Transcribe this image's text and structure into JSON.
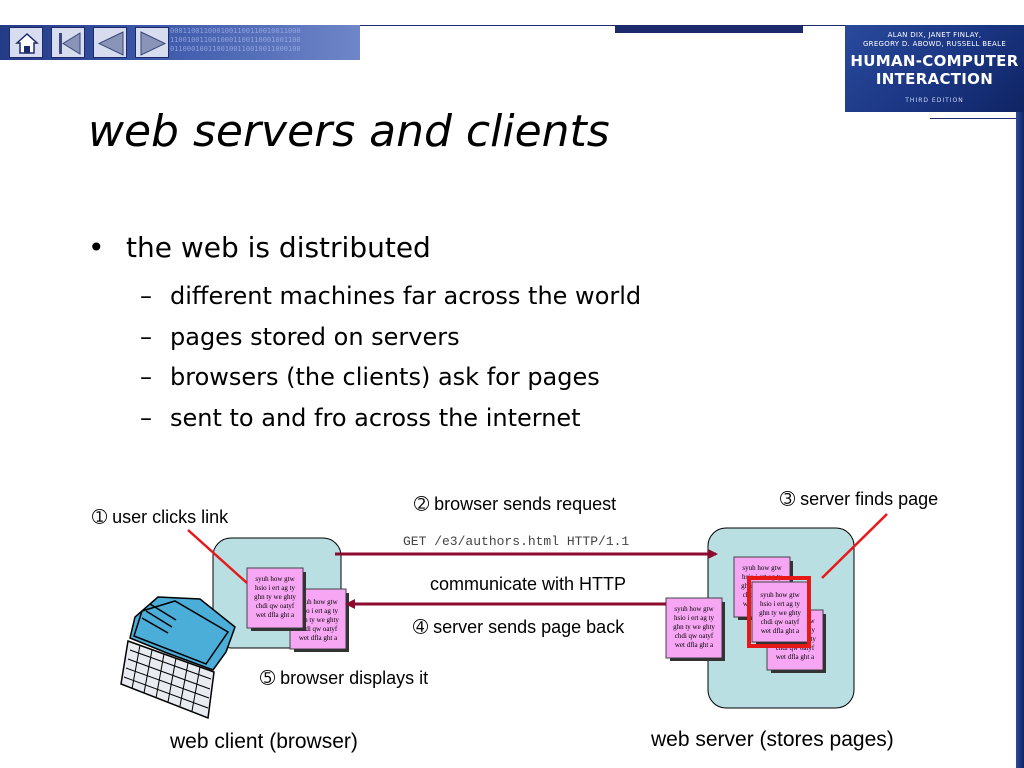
{
  "nav": {
    "home_icon": "house-icon",
    "first_icon": "skip-first-icon",
    "prev_icon": "triangle-left-icon",
    "next_icon": "triangle-right-icon",
    "binary_text": "0001100110001001100110010011000\n1100100110010001100110001001100\n0110001001100100110010011000100"
  },
  "book": {
    "authors_line1": "ALAN DIX, JANET FINLAY,",
    "authors_line2": "GREGORY D. ABOWD, RUSSELL BEALE",
    "title_line1": "HUMAN-COMPUTER",
    "title_line2": "INTERACTION",
    "edition": "THIRD EDITION"
  },
  "slide": {
    "title": "web servers and clients",
    "bullet_symbol": "•",
    "bullet": "the web is distributed",
    "dash": "–",
    "subs": [
      "different machines far across the world",
      "pages stored on servers",
      "browsers (the clients) ask for pages",
      "sent to and fro across the internet"
    ]
  },
  "diagram": {
    "step1": "➀  user clicks link",
    "step2": "➁  browser sends request",
    "step3": "➂  server finds page",
    "step4": "➃  server sends page back",
    "step5": "➄  browser displays it",
    "http_request": "GET /e3/authors.html HTTP/1.1",
    "protocol": "communicate with HTTP",
    "client_caption": "web client (browser)",
    "server_caption": "web server (stores pages)",
    "doc_lines": [
      "syuh how gtw",
      "hsio i ert ag ty",
      "ghn ty we ghty",
      "chdi qw oatyf",
      "wet dfla ght a"
    ],
    "colors": {
      "machine_fill": "#b9dfe2",
      "doc_fill": "#f6a6f3",
      "arrow": "#8b0a2e",
      "callout": "#e81818",
      "monitor": "#4aaed9"
    }
  }
}
